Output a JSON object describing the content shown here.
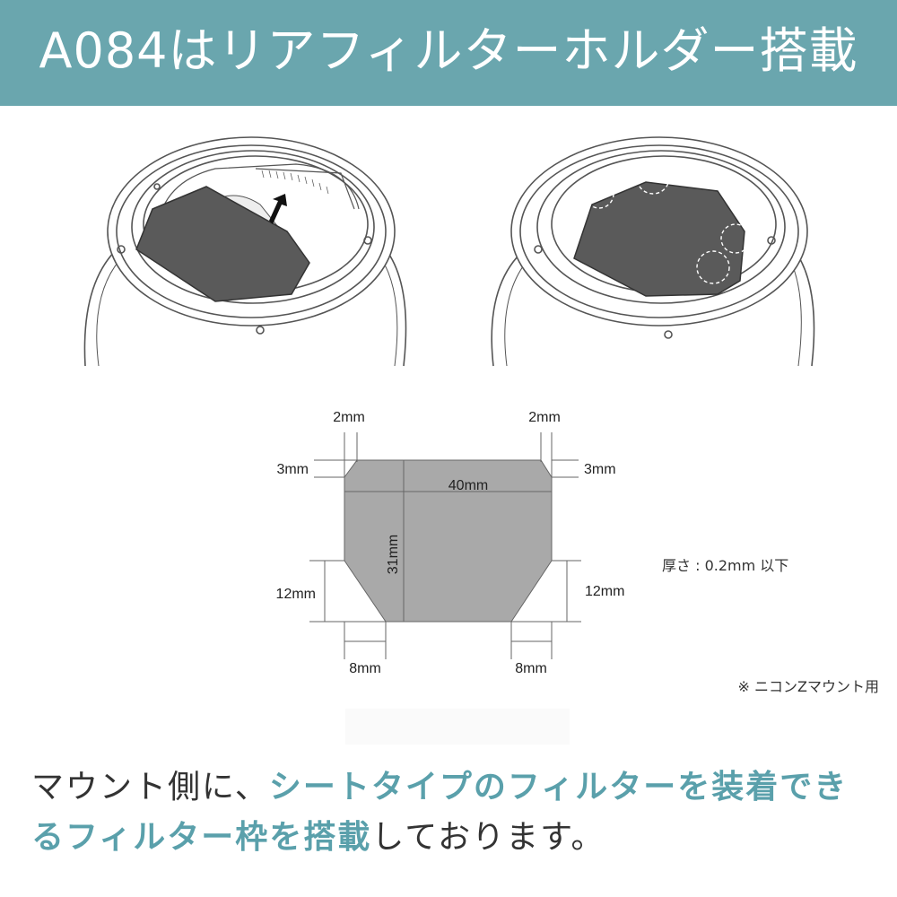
{
  "banner": {
    "title": "A084はリアフィルターホルダー搭載",
    "bg_color": "#6aa6ae"
  },
  "diagram": {
    "dim_top_left": "2mm",
    "dim_top_right": "2mm",
    "dim_corner_left": "3mm",
    "dim_corner_right": "3mm",
    "dim_width": "40mm",
    "dim_height": "31mm",
    "dim_side_left": "12mm",
    "dim_side_right": "12mm",
    "dim_bottom_left": "8mm",
    "dim_bottom_right": "8mm",
    "thickness_note": "厚さ : 0.2mm 以下",
    "mount_note": "※ ニコンZマウント用"
  },
  "caption": {
    "part1": "マウント側に、",
    "highlight1": "シートタイプのフィルターを装着できるフィルター枠を搭載",
    "part2": "しております。",
    "accent_color": "#5aa0ab"
  }
}
